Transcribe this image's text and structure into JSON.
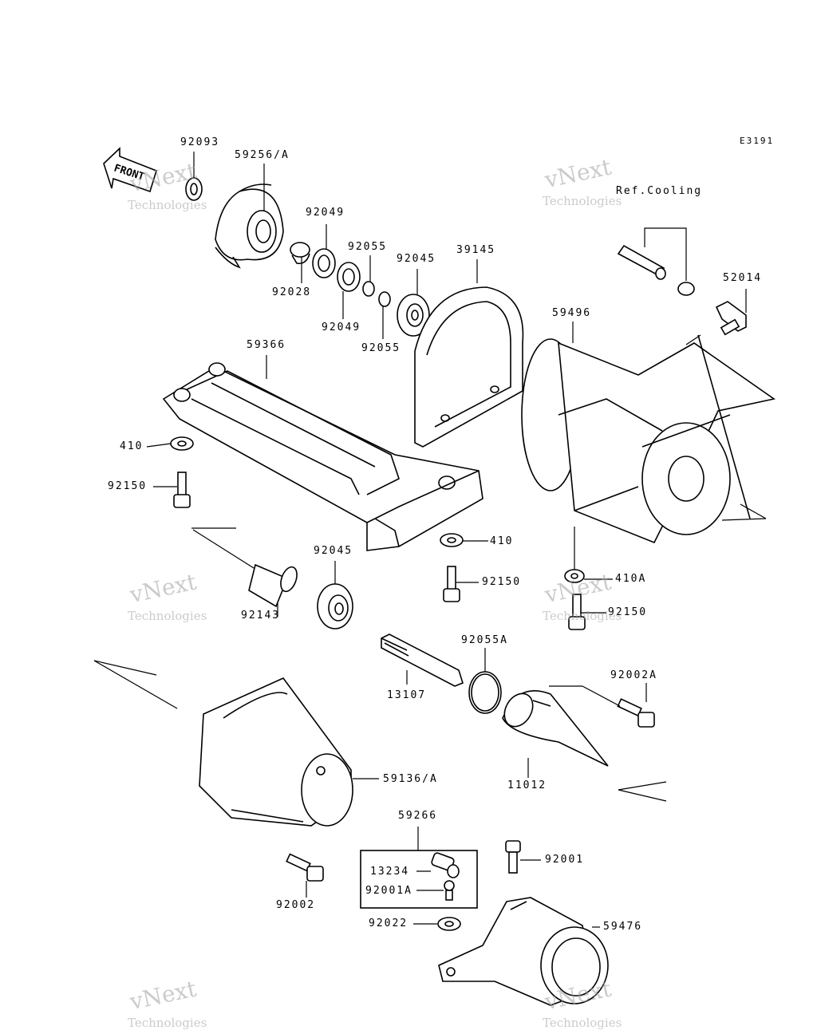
{
  "diagram": {
    "figure_code": "E3191",
    "front_arrow_text": "FRONT",
    "ref_note": "Ref.Cooling",
    "watermark_line1": "vNext",
    "watermark_line2": "Technologies",
    "labels": [
      {
        "id": "92093",
        "text": "92093"
      },
      {
        "id": "59256A",
        "text": "59256/A"
      },
      {
        "id": "92049a",
        "text": "92049"
      },
      {
        "id": "92055a",
        "text": "92055"
      },
      {
        "id": "92045a",
        "text": "92045"
      },
      {
        "id": "39145",
        "text": "39145"
      },
      {
        "id": "92028",
        "text": "92028"
      },
      {
        "id": "92049b",
        "text": "92049"
      },
      {
        "id": "92055b",
        "text": "92055"
      },
      {
        "id": "52014",
        "text": "52014"
      },
      {
        "id": "59496",
        "text": "59496"
      },
      {
        "id": "59366",
        "text": "59366"
      },
      {
        "id": "410a",
        "text": "410"
      },
      {
        "id": "92150a",
        "text": "92150"
      },
      {
        "id": "410b",
        "text": "410"
      },
      {
        "id": "92045b",
        "text": "92045"
      },
      {
        "id": "92150b",
        "text": "92150"
      },
      {
        "id": "410A",
        "text": "410A"
      },
      {
        "id": "92143",
        "text": "92143"
      },
      {
        "id": "92150c",
        "text": "92150"
      },
      {
        "id": "92055A",
        "text": "92055A"
      },
      {
        "id": "92002A",
        "text": "92002A"
      },
      {
        "id": "13107",
        "text": "13107"
      },
      {
        "id": "59136A",
        "text": "59136/A"
      },
      {
        "id": "11012",
        "text": "11012"
      },
      {
        "id": "59266",
        "text": "59266"
      },
      {
        "id": "13234",
        "text": "13234"
      },
      {
        "id": "92001",
        "text": "92001"
      },
      {
        "id": "92001A",
        "text": "92001A"
      },
      {
        "id": "92002",
        "text": "92002"
      },
      {
        "id": "92022",
        "text": "92022"
      },
      {
        "id": "59476",
        "text": "59476"
      }
    ]
  }
}
